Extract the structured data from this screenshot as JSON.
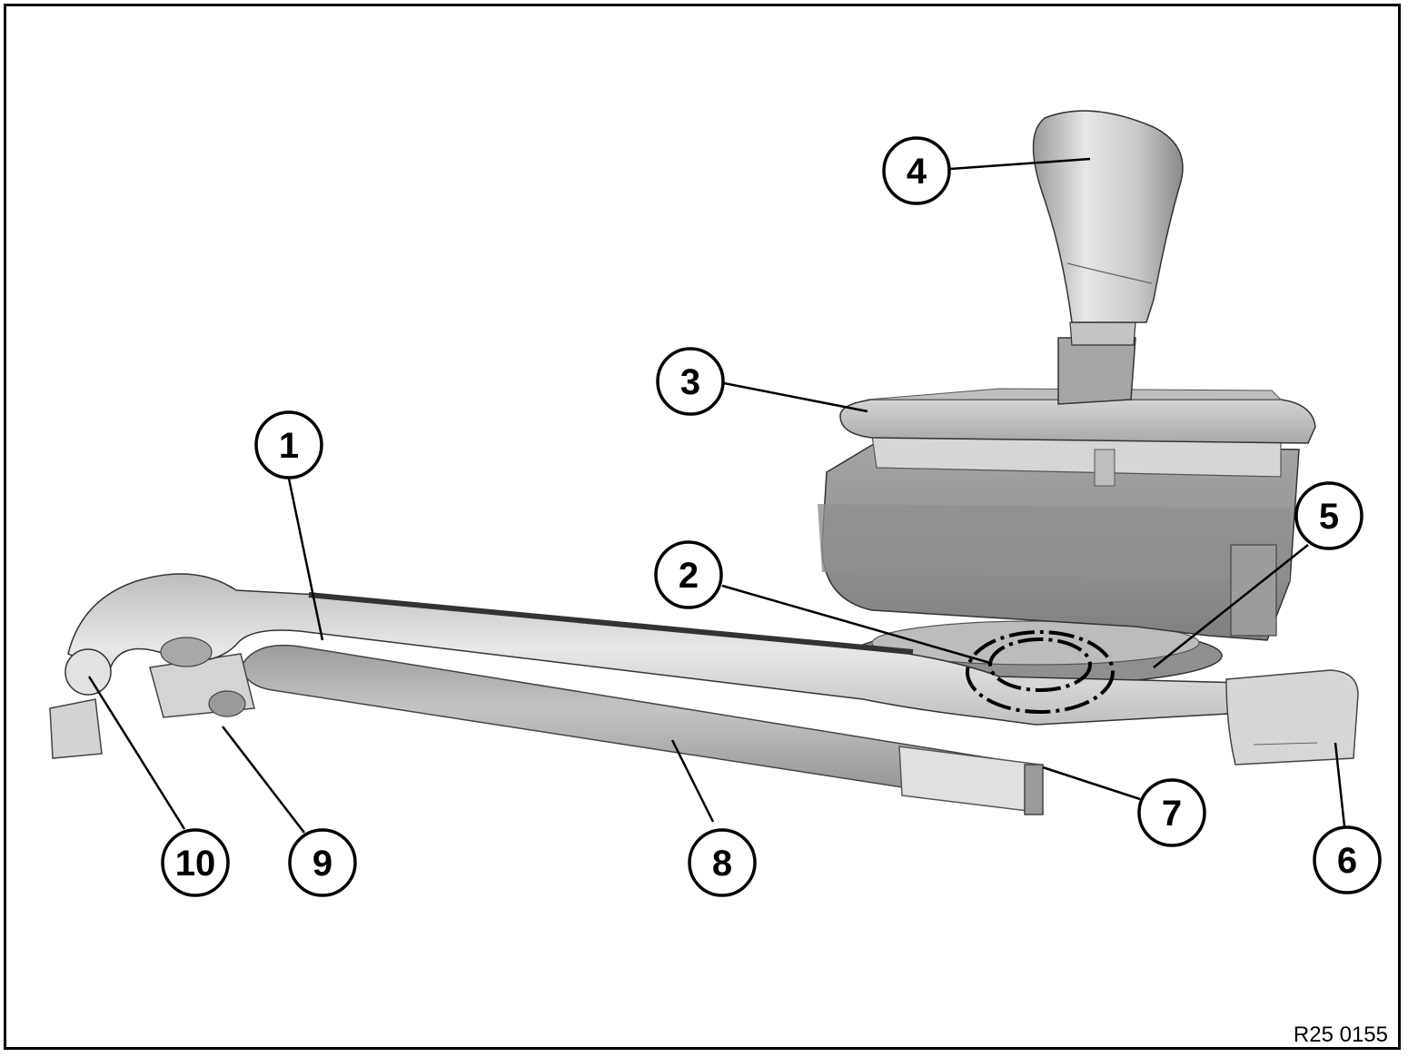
{
  "figure_code": "R25 0155",
  "callouts": [
    {
      "id": "1",
      "label": "1"
    },
    {
      "id": "2",
      "label": "2"
    },
    {
      "id": "3",
      "label": "3"
    },
    {
      "id": "4",
      "label": "4"
    },
    {
      "id": "5",
      "label": "5"
    },
    {
      "id": "6",
      "label": "6"
    },
    {
      "id": "7",
      "label": "7"
    },
    {
      "id": "8",
      "label": "8"
    },
    {
      "id": "9",
      "label": "9"
    },
    {
      "id": "10",
      "label": "10"
    }
  ],
  "colors": {
    "line": "#000000",
    "part_light": "#d8d8d8",
    "part_mid": "#b4b4b4",
    "part_dark": "#7a7a7a"
  }
}
